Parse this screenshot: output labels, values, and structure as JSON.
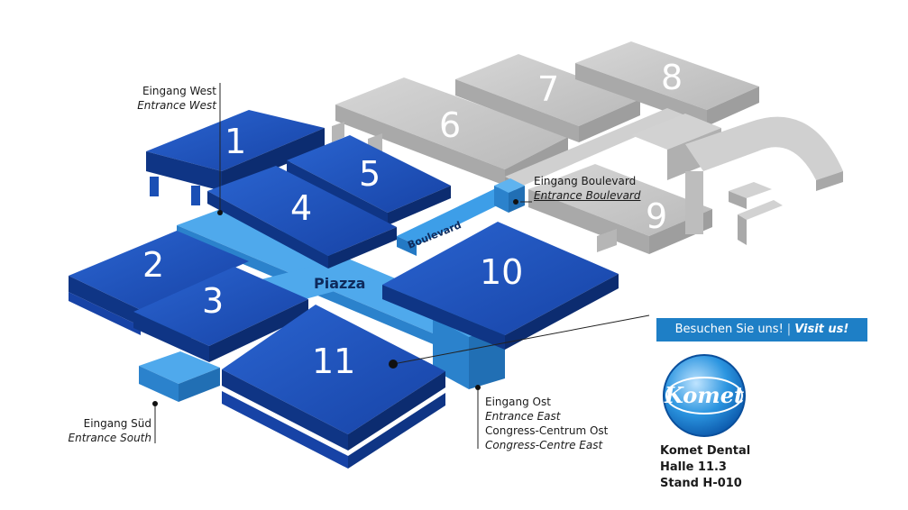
{
  "halls": [
    {
      "id": "1",
      "label": "1"
    },
    {
      "id": "2",
      "label": "2"
    },
    {
      "id": "3",
      "label": "3"
    },
    {
      "id": "4",
      "label": "4"
    },
    {
      "id": "5",
      "label": "5"
    },
    {
      "id": "6",
      "label": "6"
    },
    {
      "id": "7",
      "label": "7"
    },
    {
      "id": "8",
      "label": "8"
    },
    {
      "id": "9",
      "label": "9"
    },
    {
      "id": "10",
      "label": "10"
    },
    {
      "id": "11",
      "label": "11"
    }
  ],
  "areas": {
    "piazza": "Piazza",
    "boulevard": "Boulevard"
  },
  "entrances": {
    "west": {
      "de": "Eingang West",
      "en": "Entrance West"
    },
    "boulevard": {
      "de": "Eingang Boulevard",
      "en": "Entrance Boulevard"
    },
    "south": {
      "de": "Eingang Süd",
      "en": "Entrance South"
    },
    "east": {
      "de": "Eingang Ost",
      "en": "Entrance East",
      "de2": "Congress-Centrum Ost",
      "en2": "Congress-Centre East"
    }
  },
  "banner": {
    "de": "Besuchen Sie uns!",
    "sep": "|",
    "en": "Visit us!"
  },
  "exhibitor": {
    "logo_text": "Komet",
    "name": "Komet Dental",
    "hall": "Halle 11.3",
    "stand": "Stand H-010"
  },
  "colors": {
    "active_hall": "#1a4fb5",
    "active_hall_dark": "#0f3585",
    "walkway": "#3d9ee8",
    "inactive_hall": "#c8c8c8",
    "banner": "#1e7fc6"
  }
}
